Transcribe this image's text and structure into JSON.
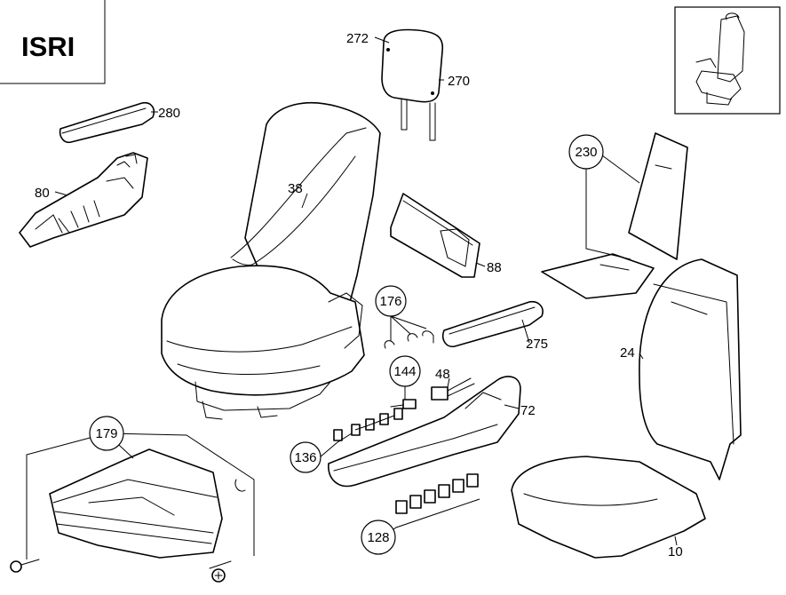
{
  "brand": "ISRI",
  "labels": {
    "l10": "10",
    "l24": "24",
    "l38": "38",
    "l48": "48",
    "l72": "72",
    "l80": "80",
    "l88": "88",
    "l128": "128",
    "l136": "136",
    "l144": "144",
    "l176": "176",
    "l179": "179",
    "l230": "230",
    "l270": "270",
    "l272": "272",
    "l275": "275",
    "l280": "280"
  }
}
